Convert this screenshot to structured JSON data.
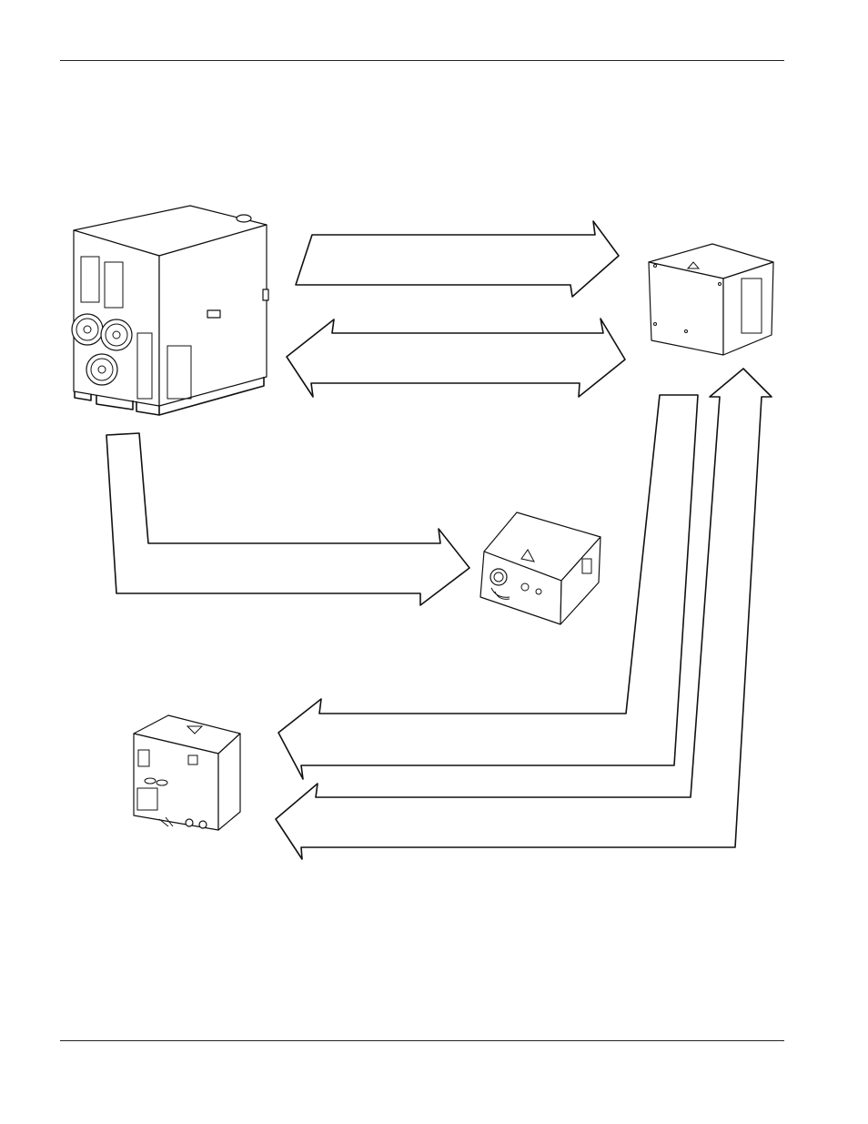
{
  "page": {
    "background": "#ffffff",
    "line_color": "#222222",
    "outline_color": "#111111"
  },
  "units": [
    {
      "id": "power-supply",
      "icon": "power-supply-unit-illustration"
    },
    {
      "id": "cooler-unit",
      "icon": "cooler-unit-illustration"
    },
    {
      "id": "gas-console",
      "icon": "gas-console-illustration"
    },
    {
      "id": "ignition-console",
      "icon": "ignition-console-illustration"
    }
  ],
  "connections": [
    {
      "from": "power-supply",
      "to": "cooler-unit",
      "direction": "one-way"
    },
    {
      "from": "power-supply",
      "to": "cooler-unit",
      "direction": "two-way"
    },
    {
      "from": "power-supply",
      "to": "gas-console",
      "direction": "one-way"
    },
    {
      "from": "cooler-unit",
      "to": "ignition-console",
      "direction": "one-way"
    },
    {
      "from": "cooler-unit",
      "to": "ignition-console",
      "direction": "two-way"
    }
  ]
}
